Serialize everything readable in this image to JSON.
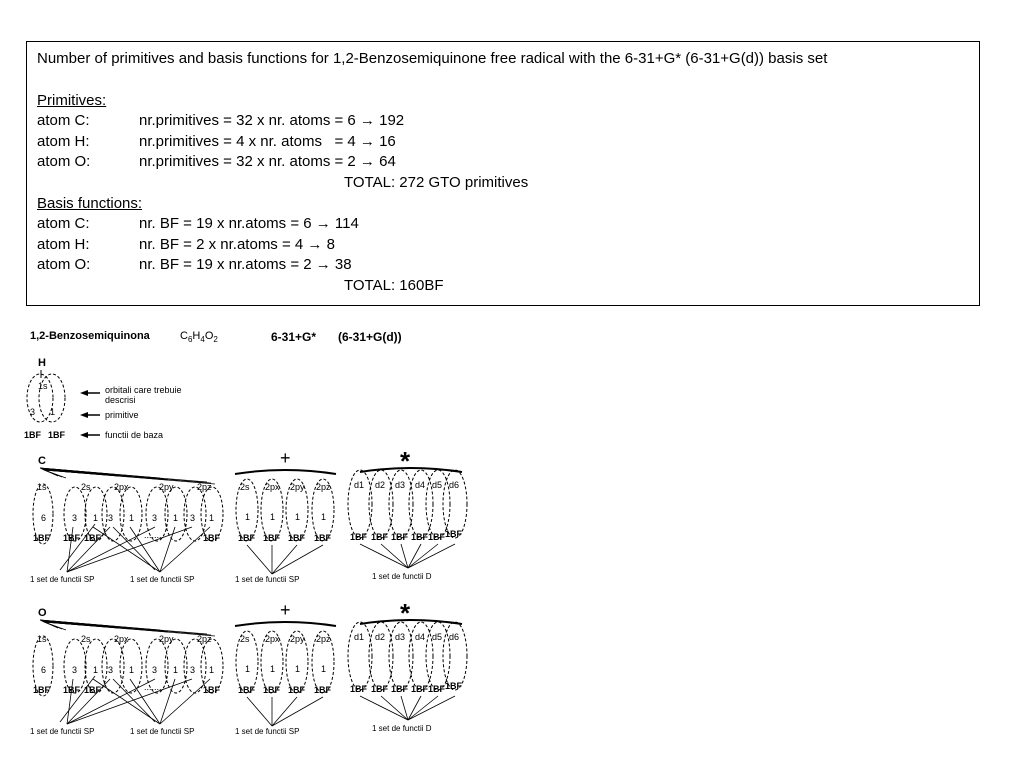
{
  "header": {
    "title": "Number of primitives and basis functions for 1,2-Benzosemiquinone free radical with the 6-31+G* (6-31+G(d)) basis set"
  },
  "primitives": {
    "heading": "Primitives:",
    "rows": [
      {
        "atom": "atom C:",
        "expr": "nr.primitives = 32 x nr. atoms = 6 → 192"
      },
      {
        "atom": "atom H:",
        "expr": "nr.primitives = 4 x nr. atoms   = 4 → 16"
      },
      {
        "atom": "atom O:",
        "expr": "nr.primitives = 32 x nr. atoms = 2 → 64"
      }
    ],
    "total": "TOTAL: 272 GTO primitives"
  },
  "basis": {
    "heading": "Basis functions:",
    "rows": [
      {
        "atom": "atom C:",
        "expr": "nr. BF = 19 x nr.atoms = 6 → 114"
      },
      {
        "atom": "atom H:",
        "expr": "nr. BF = 2 x nr.atoms = 4 → 8"
      },
      {
        "atom": "atom O:",
        "expr": "nr. BF = 19 x nr.atoms = 2 → 38"
      }
    ],
    "total": "TOTAL: 160BF"
  },
  "diagram": {
    "molecule": "1,2-Benzosemiquinona",
    "formula": {
      "c": "C",
      "c_n": "6",
      "h": "H",
      "h_n": "4",
      "o": "O",
      "o_n": "2"
    },
    "basis_label": "6-31+G*",
    "basis_label_alt": "(6-31+G(d))",
    "legend": {
      "orbitals_line1": "orbitali care trebuie",
      "orbitals_line2": "descrisi",
      "primitives": "primitive",
      "basis_functions": "functii de baza"
    },
    "h_block": {
      "atom": "H",
      "orbital": "1s",
      "prims": [
        "3",
        "1"
      ],
      "bfs": [
        "1BF",
        "1BF"
      ]
    },
    "c_block": {
      "atom": "C"
    },
    "o_block": {
      "atom": "O"
    },
    "core_orbitals": [
      "1s",
      "2s",
      "2px",
      "2py",
      "2pz"
    ],
    "core_prims": [
      "6",
      "3",
      "1",
      "3",
      "1",
      "3",
      "1",
      "3",
      "1"
    ],
    "bf": "1BF",
    "plus_symbol": "+",
    "plus_orbitals": [
      "2s",
      "2px",
      "2py",
      "2pz"
    ],
    "plus_prims": [
      "1",
      "1",
      "1",
      "1"
    ],
    "star_symbol": "*",
    "d_orbitals": [
      "d1",
      "d2",
      "d3",
      "d4",
      "d5",
      "d6"
    ],
    "dots": "........",
    "set_sp": "1 set de functii SP",
    "set_d": "1 set de functii D"
  }
}
